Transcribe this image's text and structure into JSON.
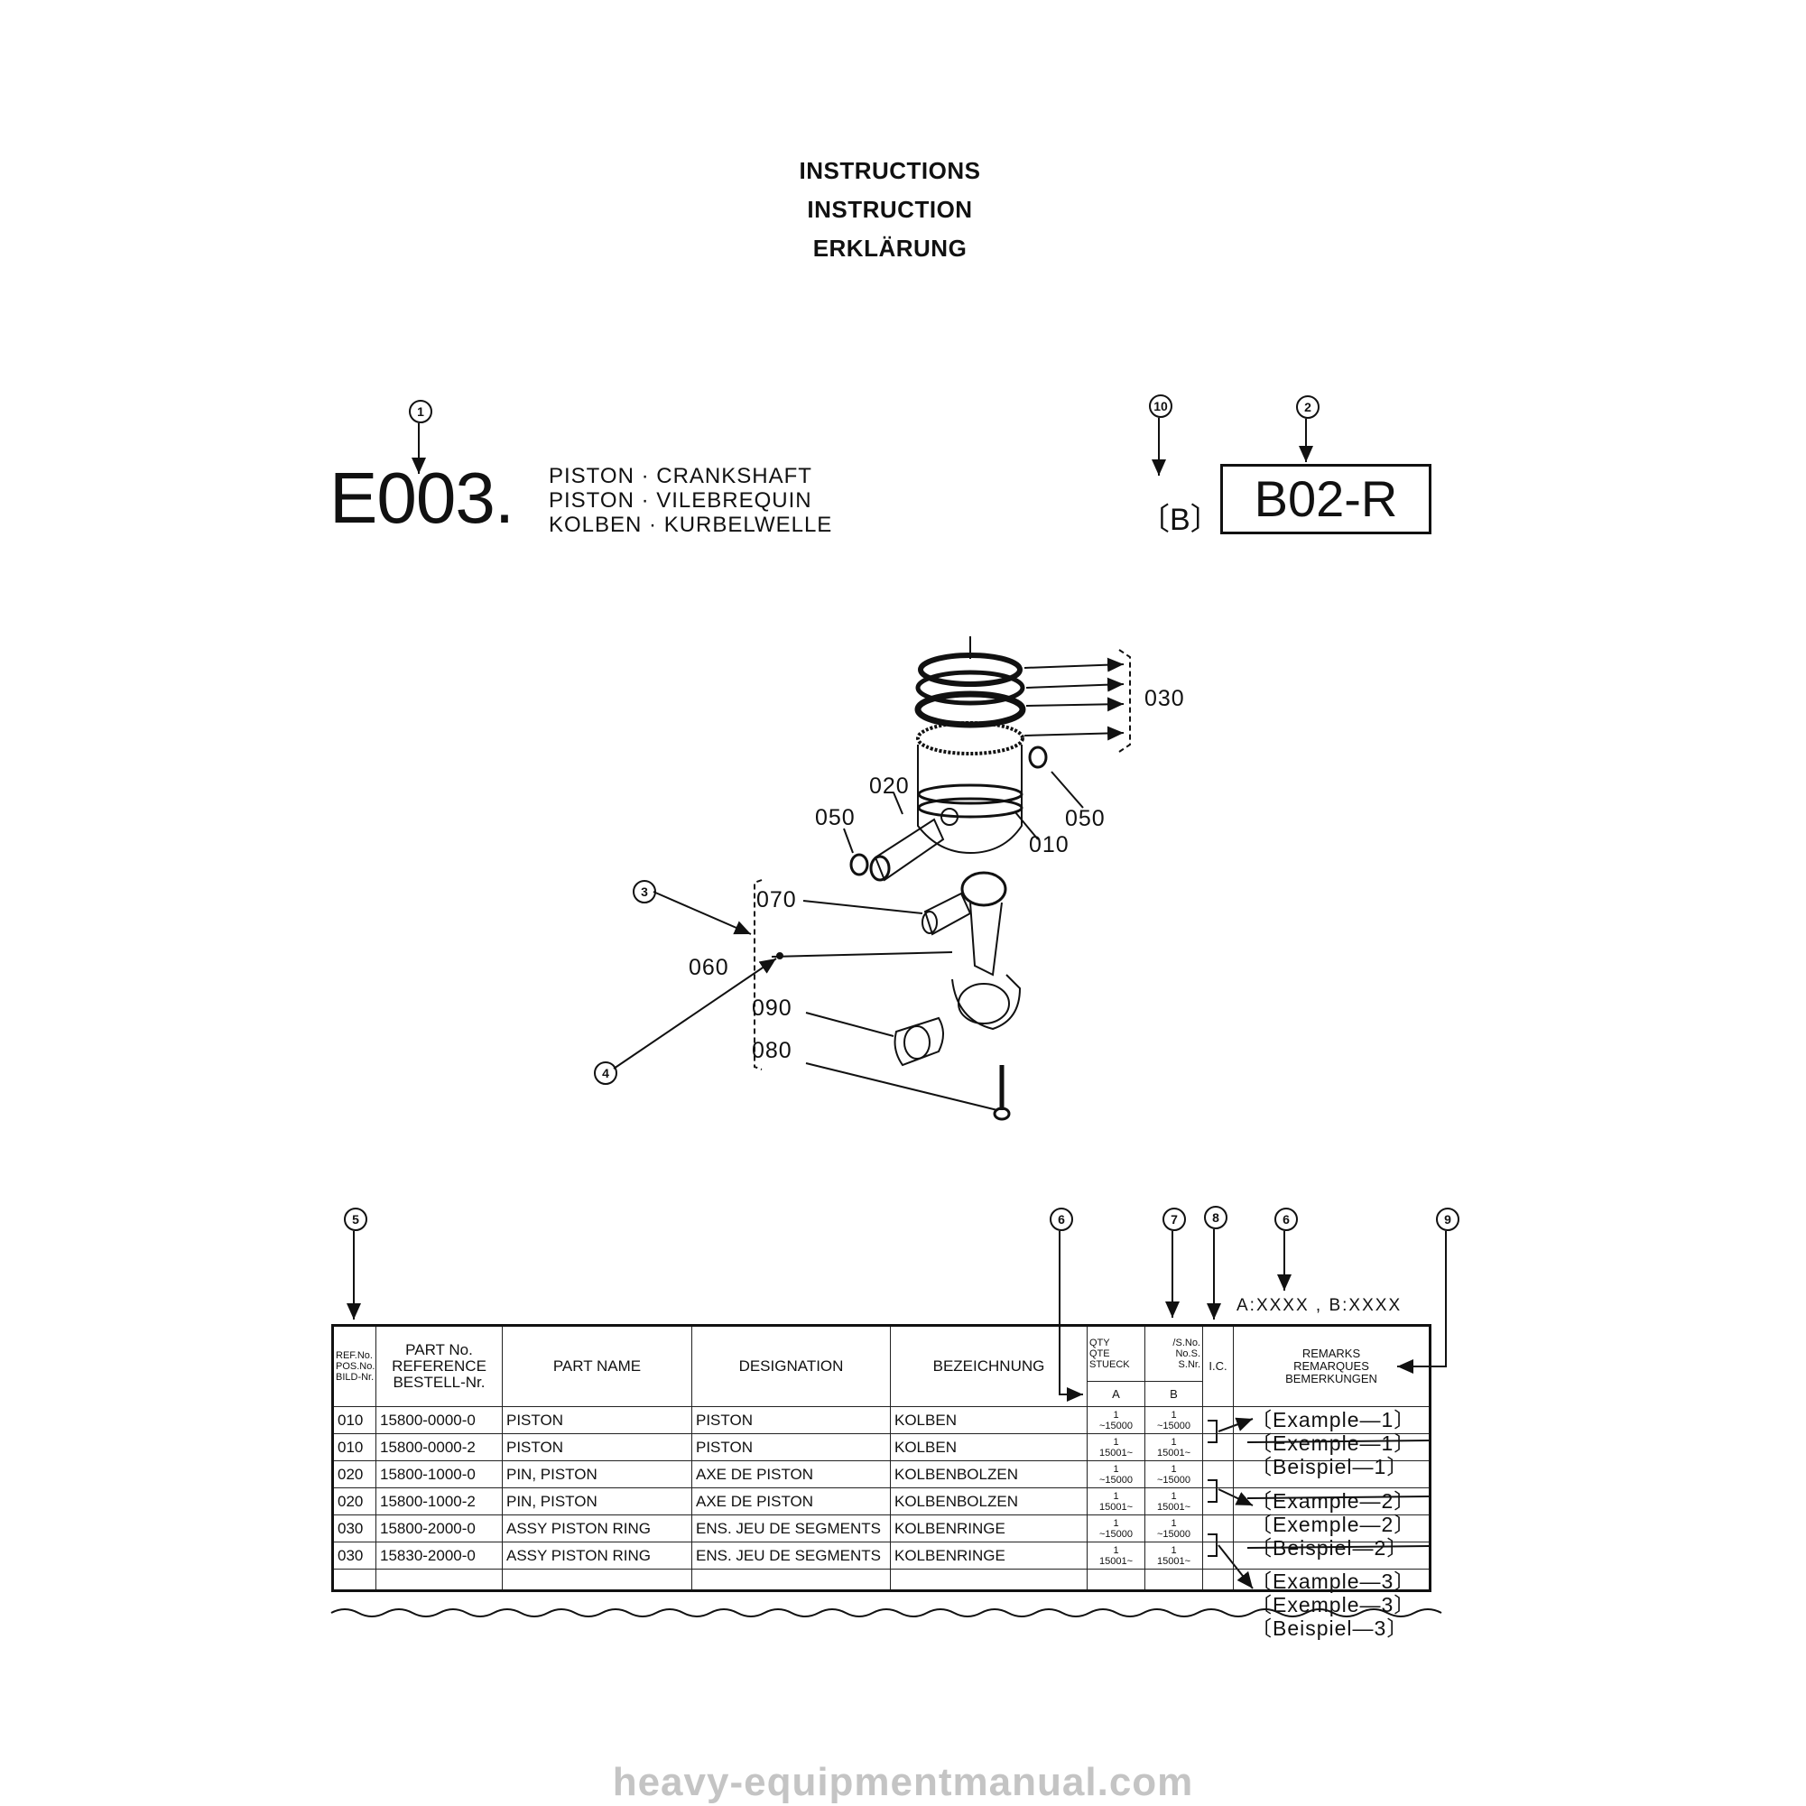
{
  "titles": {
    "en": "INSTRUCTIONS",
    "fr": "INSTRUCTION",
    "de": "ERKLÄRUNG"
  },
  "callouts": {
    "c1": "1",
    "c2": "2",
    "c3": "3",
    "c4": "4",
    "c5": "5",
    "c6": "6",
    "c7": "7",
    "c8": "8",
    "c9": "9",
    "c10": "10"
  },
  "section": {
    "code": "E003.",
    "names": [
      "PISTON · CRANKSHAFT",
      "PISTON · VILEBREQUIN",
      "KOLBEN · KURBELWELLE"
    ],
    "variant": "〔B〕",
    "model_code": "B02-R"
  },
  "figure": {
    "labels": {
      "p030": "030",
      "p020": "020",
      "p050a": "050",
      "p050b": "050",
      "p010": "010",
      "p070": "070",
      "p060": "060",
      "p090": "090",
      "p080": "080"
    }
  },
  "serial_note": "A:XXXX , B:XXXX",
  "table": {
    "headers": {
      "ref": [
        "REF.No.",
        "POS.No.",
        "BILD-Nr."
      ],
      "part_no": [
        "PART No.",
        "REFERENCE",
        "BESTELL-Nr."
      ],
      "part_name": "PART NAME",
      "designation": "DESIGNATION",
      "bezeichnung": "BEZEICHNUNG",
      "qty": [
        "QTY",
        "QTE",
        "STUECK"
      ],
      "sno": [
        "/S.No.",
        "No.S.",
        "S.Nr."
      ],
      "col_a": "A",
      "col_b": "B",
      "ic": "I.C.",
      "remarks": [
        "REMARKS",
        "REMARQUES",
        "BEMERKUNGEN"
      ]
    },
    "rows": [
      {
        "ref": "010",
        "part_no": "15800-0000-0",
        "name": "PISTON",
        "designation": "PISTON",
        "bezeichnung": "KOLBEN",
        "a": [
          "1",
          "~15000"
        ],
        "b": [
          "1",
          "~15000"
        ]
      },
      {
        "ref": "010",
        "part_no": "15800-0000-2",
        "name": "PISTON",
        "designation": "PISTON",
        "bezeichnung": "KOLBEN",
        "a": [
          "1",
          "15001~"
        ],
        "b": [
          "1",
          "15001~"
        ]
      },
      {
        "ref": "020",
        "part_no": "15800-1000-0",
        "name": "PIN, PISTON",
        "designation": "AXE DE PISTON",
        "bezeichnung": "KOLBENBOLZEN",
        "a": [
          "1",
          "~15000"
        ],
        "b": [
          "1",
          "~15000"
        ]
      },
      {
        "ref": "020",
        "part_no": "15800-1000-2",
        "name": "PIN, PISTON",
        "designation": "AXE DE PISTON",
        "bezeichnung": "KOLBENBOLZEN",
        "a": [
          "1",
          "15001~"
        ],
        "b": [
          "1",
          "15001~"
        ]
      },
      {
        "ref": "030",
        "part_no": "15800-2000-0",
        "name": "ASSY PISTON RING",
        "designation": "ENS. JEU DE SEGMENTS",
        "bezeichnung": "KOLBENRINGE",
        "a": [
          "1",
          "~15000"
        ],
        "b": [
          "1",
          "~15000"
        ]
      },
      {
        "ref": "030",
        "part_no": "15830-2000-0",
        "name": "ASSY PISTON RING",
        "designation": "ENS. JEU DE SEGMENTS",
        "bezeichnung": "KOLBENRINGE",
        "a": [
          "1",
          "15001~"
        ],
        "b": [
          "1",
          "15001~"
        ]
      }
    ]
  },
  "remarks": [
    "〔Example—1〕",
    "〔Exemple—1〕",
    "〔Beispiel—1〕",
    "〔Example—2〕",
    "〔Exemple—2〕",
    "〔Beispiel—2〕",
    "〔Example—3〕",
    "〔Exemple—3〕",
    "〔Beispiel—3〕"
  ],
  "watermark": "heavy-equipmentmanual.com"
}
